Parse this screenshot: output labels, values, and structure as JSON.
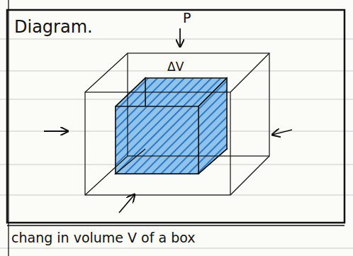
{
  "diagram": {
    "title": "Diagram.",
    "caption": "chang in volume V of a box",
    "labels": [
      "P",
      "ΔV"
    ]
  }
}
